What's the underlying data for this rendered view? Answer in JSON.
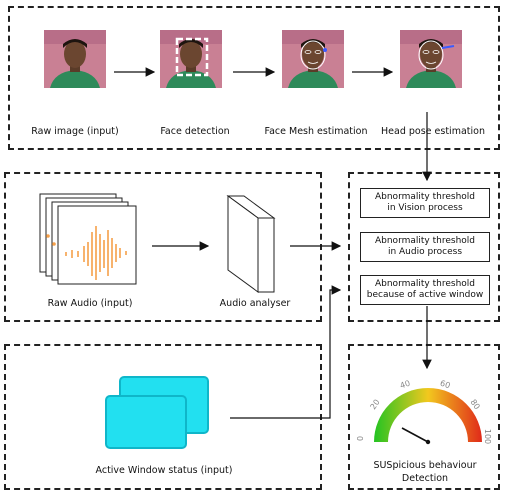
{
  "pipeline": {
    "vision_stages": [
      "Raw image (input)",
      "Face detection",
      "Face Mesh estimation",
      "Head pose estimation"
    ],
    "audio_input_label": "Raw Audio (input)",
    "audio_analyser_label": "Audio analyser",
    "window_input_label": "Active Window status (input)"
  },
  "thresholds": {
    "vision": [
      "Abnormality threshold",
      "in Vision process"
    ],
    "audio": [
      "Abnormality threshold",
      "in Audio process"
    ],
    "window": [
      "Abnormality threshold",
      "because of active window"
    ]
  },
  "gauge": {
    "ticks": [
      "0",
      "20",
      "40",
      "60",
      "80",
      "100"
    ],
    "caption_line1": "SUSpicious behaviour",
    "caption_line2": "Detection",
    "colors": {
      "low": "#22c322",
      "mid": "#f2c81e",
      "high": "#e02a1a"
    }
  },
  "colors": {
    "audio_wave": "#f5a04a",
    "window_fill": "#22e0f0",
    "skin": "#6b4630",
    "background_pink": "#c98094"
  }
}
